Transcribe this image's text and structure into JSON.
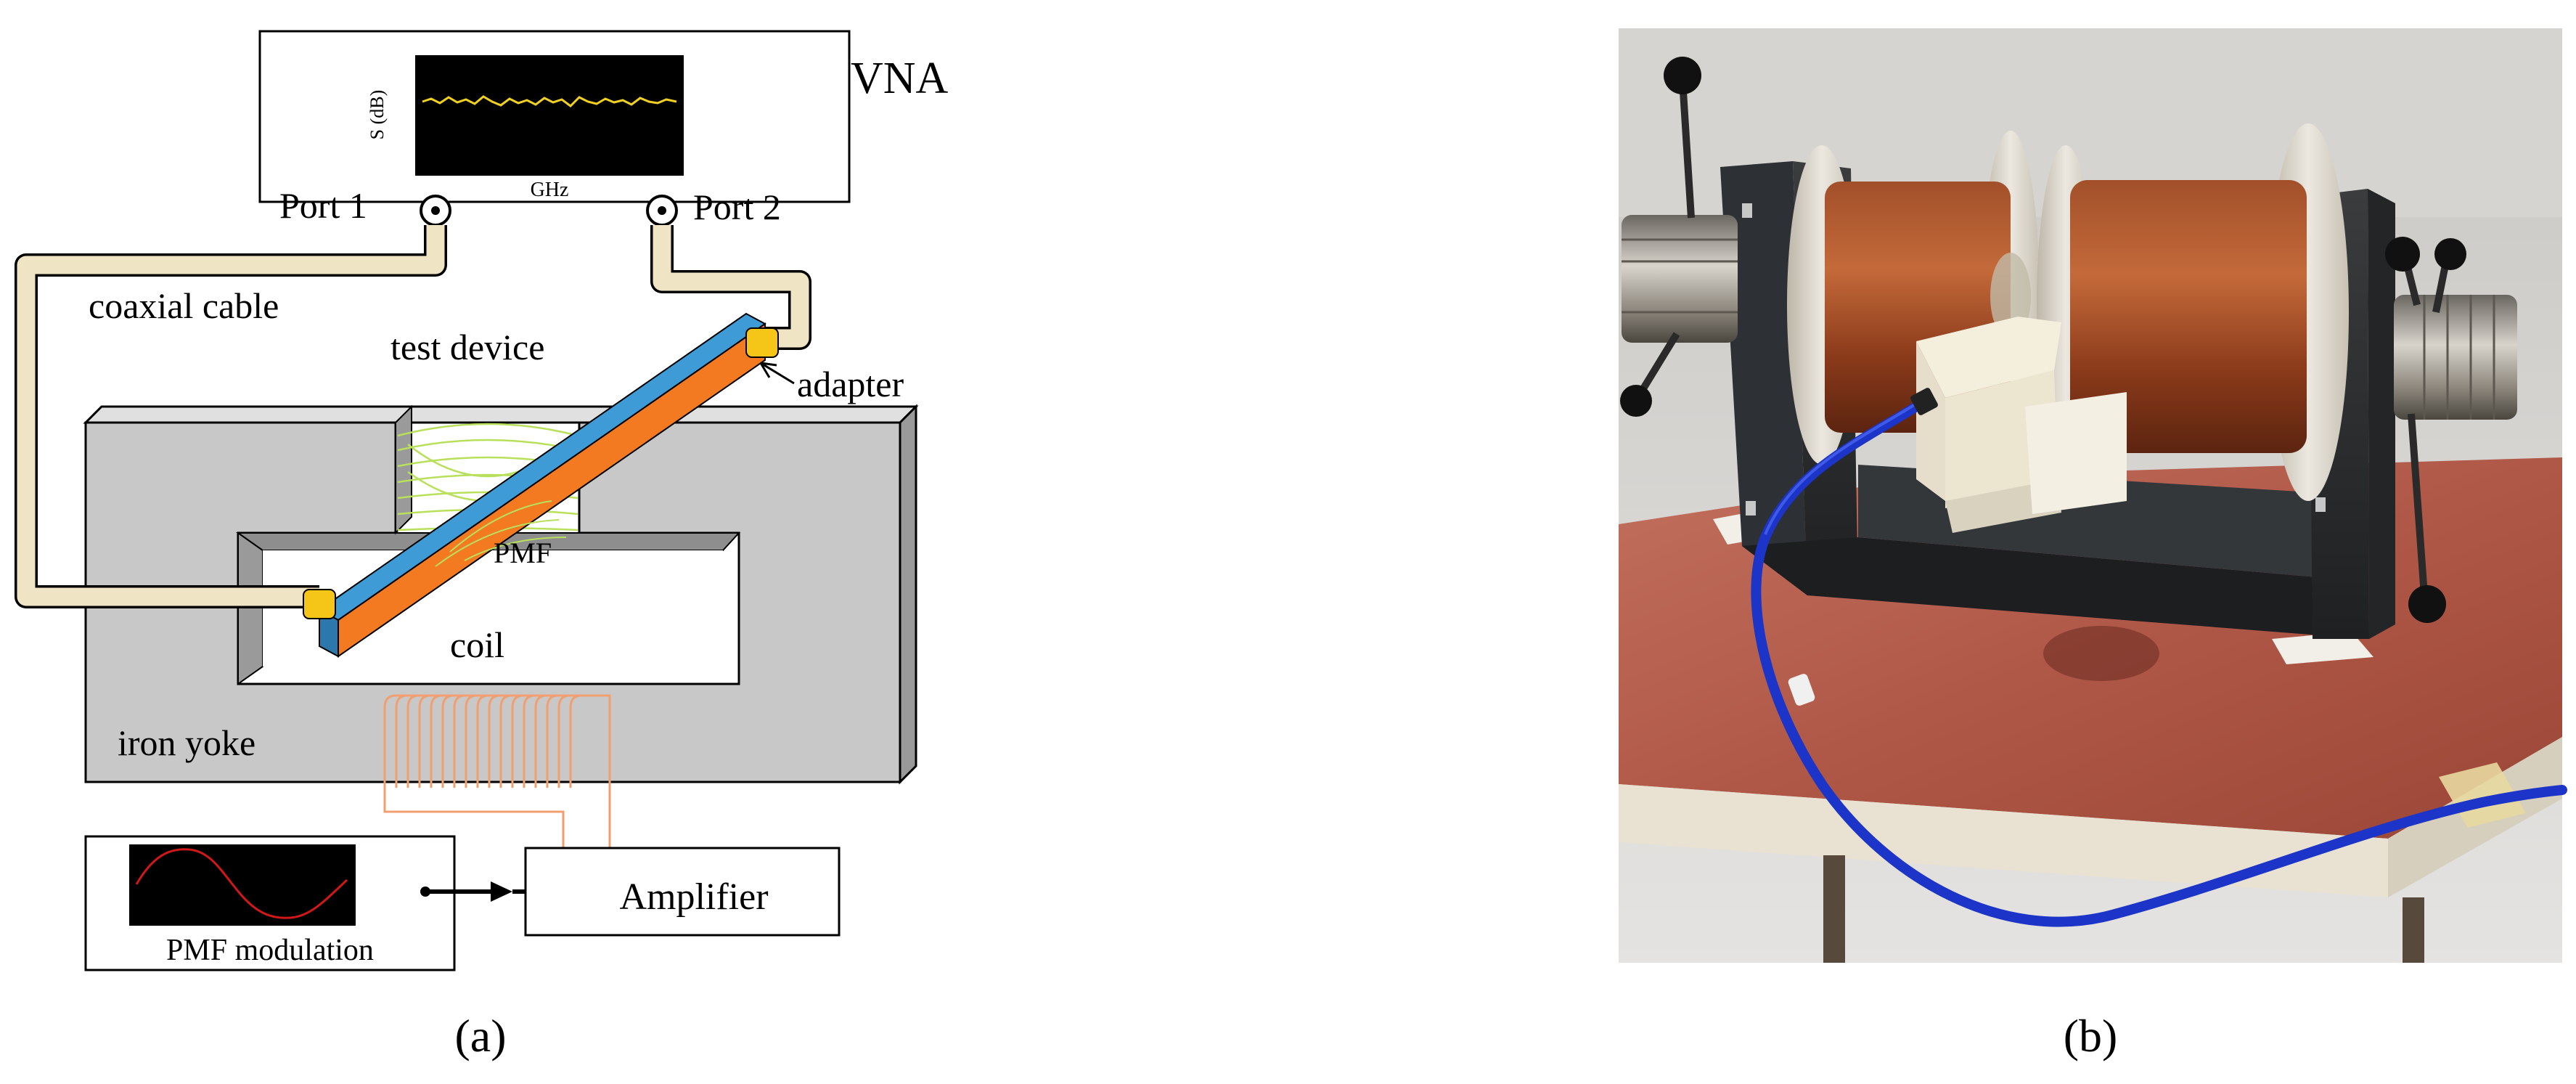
{
  "diagram": {
    "vna_label": "VNA",
    "screen_ylabel": "S (dB)",
    "screen_xlabel": "GHz",
    "port1_label": "Port 1",
    "port2_label": "Port 2",
    "coax_label": "coaxial cable",
    "test_device_label": "test device",
    "adapter_label": "adapter",
    "pmf_label": "PMF",
    "coil_label": "coil",
    "yoke_label": "iron yoke",
    "modulation_label": "PMF modulation",
    "amplifier_label": "Amplifier"
  },
  "captions": {
    "a": "(a)",
    "b": "(b)"
  },
  "colors": {
    "cable": "#efe4c4",
    "yoke": "#c8c8c8",
    "device": "#f47a22",
    "device_edge": "#3e9bd6",
    "field_lines": "#b8e05a",
    "coil": "#f0a070",
    "trace": "#f0d020",
    "sine": "#d01818",
    "cable_photo": "#1c34c8",
    "table": "#b8604f",
    "magnet_body": "#2a2c2e",
    "winding": "#8c3c1c"
  }
}
